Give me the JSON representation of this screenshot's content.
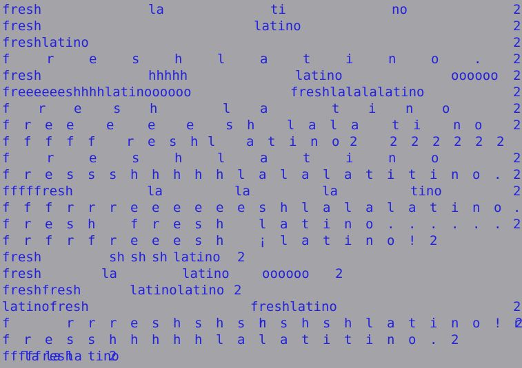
{
  "colors": {
    "background": "#a4a3a8",
    "text": "#2222dd"
  },
  "lines": [
    {
      "tokens": [
        [
          "fresh"
        ],
        [
          "la"
        ],
        [
          "ti"
        ],
        [
          "no"
        ],
        [
          "2"
        ]
      ]
    },
    {
      "tokens": [
        [
          "fresh"
        ],
        [
          "latino"
        ],
        [
          "2"
        ]
      ]
    },
    {
      "tokens": [
        [
          "freshlatino"
        ],
        [
          "2"
        ]
      ]
    },
    {
      "tokens": [
        [
          "f"
        ],
        [
          "r"
        ],
        [
          "e"
        ],
        [
          "s"
        ],
        [
          "h"
        ],
        [
          "l"
        ],
        [
          "a"
        ],
        [
          "t"
        ],
        [
          "i"
        ],
        [
          "n"
        ],
        [
          "o"
        ],
        [
          "."
        ],
        [
          "2"
        ]
      ]
    },
    {
      "tokens": [
        [
          "fresh"
        ],
        [
          "hhhhh"
        ],
        [
          "latino"
        ],
        [
          "oooooo"
        ],
        [
          "2"
        ]
      ]
    },
    {
      "tokens": [
        [
          "freeeeeeshhhhlatinoooooo"
        ],
        [
          "freshlalalalatino"
        ],
        [
          "2"
        ]
      ]
    },
    {
      "tokens": [
        [
          "f"
        ],
        [
          "r"
        ],
        [
          "e"
        ],
        [
          "s"
        ],
        [
          "h"
        ],
        [
          "l"
        ],
        [
          "a"
        ],
        [
          "t"
        ],
        [
          "i"
        ],
        [
          "n"
        ],
        [
          "o"
        ],
        [
          "2"
        ]
      ]
    },
    {
      "tokens": [
        [
          "f"
        ],
        [
          "r"
        ],
        [
          "e"
        ],
        [
          "e"
        ],
        [
          "e"
        ],
        [
          "e"
        ],
        [
          "e"
        ],
        [
          "s"
        ],
        [
          "h"
        ],
        [
          "l"
        ],
        [
          "a"
        ],
        [
          "l"
        ],
        [
          "a"
        ],
        [
          "t"
        ],
        [
          "i"
        ],
        [
          "n"
        ],
        [
          "o"
        ],
        [
          "2"
        ]
      ]
    },
    {
      "tokens": [
        [
          "f"
        ],
        [
          "f"
        ],
        [
          "f"
        ],
        [
          "f"
        ],
        [
          "f"
        ],
        [
          "r"
        ],
        [
          "e"
        ],
        [
          "s"
        ],
        [
          "h"
        ],
        [
          "l"
        ],
        [
          "a"
        ],
        [
          "t"
        ],
        [
          "i"
        ],
        [
          "n"
        ],
        [
          "o"
        ],
        [
          "2"
        ],
        [
          "2"
        ],
        [
          "2"
        ],
        [
          "2"
        ],
        [
          "2"
        ],
        [
          "2"
        ],
        [
          "2"
        ]
      ]
    },
    {
      "tokens": [
        [
          "f"
        ],
        [
          "r"
        ],
        [
          "e"
        ],
        [
          "s"
        ],
        [
          "h"
        ],
        [
          "l"
        ],
        [
          "a"
        ],
        [
          "t"
        ],
        [
          "i"
        ],
        [
          "n"
        ],
        [
          "o"
        ],
        [
          "2"
        ]
      ]
    },
    {
      "tokens": [
        [
          "f"
        ],
        [
          "r"
        ],
        [
          "e"
        ],
        [
          "s"
        ],
        [
          "s"
        ],
        [
          "s"
        ],
        [
          "h"
        ],
        [
          "h"
        ],
        [
          "h"
        ],
        [
          "h"
        ],
        [
          "h"
        ],
        [
          "l"
        ],
        [
          "a"
        ],
        [
          "l"
        ],
        [
          "a"
        ],
        [
          "l"
        ],
        [
          "a"
        ],
        [
          "t"
        ],
        [
          "i"
        ],
        [
          "t"
        ],
        [
          "i"
        ],
        [
          "n"
        ],
        [
          "o"
        ],
        [
          "."
        ],
        [
          "2"
        ]
      ]
    },
    {
      "tokens": [
        [
          "fffffresh"
        ],
        [
          "la"
        ],
        [
          "la"
        ],
        [
          "la"
        ],
        [
          "tino"
        ],
        [
          "2"
        ]
      ]
    },
    {
      "tokens": [
        [
          "f"
        ],
        [
          "f"
        ],
        [
          "f"
        ],
        [
          "r"
        ],
        [
          "r"
        ],
        [
          "r"
        ],
        [
          "e"
        ],
        [
          "e"
        ],
        [
          "e"
        ],
        [
          "e"
        ],
        [
          "e"
        ],
        [
          "e"
        ],
        [
          "s"
        ],
        [
          "h"
        ],
        [
          "l"
        ],
        [
          "a"
        ],
        [
          "l"
        ],
        [
          "a"
        ],
        [
          "l"
        ],
        [
          "a"
        ],
        [
          "t"
        ],
        [
          "i"
        ],
        [
          "n"
        ],
        [
          "o"
        ],
        [
          "."
        ],
        [
          "2"
        ]
      ]
    },
    {
      "tokens": [
        [
          "f"
        ],
        [
          "r"
        ],
        [
          "e"
        ],
        [
          "s"
        ],
        [
          "h"
        ],
        [
          "f"
        ],
        [
          "r"
        ],
        [
          "e"
        ],
        [
          "s"
        ],
        [
          "h"
        ],
        [
          "l"
        ],
        [
          "a"
        ],
        [
          "t"
        ],
        [
          "i"
        ],
        [
          "n"
        ],
        [
          "o"
        ],
        [
          "."
        ],
        [
          "."
        ],
        [
          "."
        ],
        [
          "."
        ],
        [
          "."
        ],
        [
          "."
        ],
        [
          "2"
        ]
      ]
    },
    {
      "tokens": [
        [
          "f"
        ],
        [
          "r"
        ],
        [
          "f"
        ],
        [
          "r"
        ],
        [
          "f"
        ],
        [
          "r"
        ],
        [
          "e"
        ],
        [
          "e"
        ],
        [
          "e"
        ],
        [
          "s"
        ],
        [
          "h"
        ],
        [
          "¡"
        ],
        [
          "l"
        ],
        [
          "a"
        ],
        [
          "t"
        ],
        [
          "i"
        ],
        [
          "n"
        ],
        [
          "o"
        ],
        [
          "!"
        ],
        [
          "2"
        ]
      ]
    },
    {
      "tokens": [
        [
          "fresh"
        ],
        [
          "sh"
        ],
        [
          "sh"
        ],
        [
          "sh"
        ],
        [
          "latino"
        ],
        [
          "."
        ],
        [
          "2"
        ]
      ]
    },
    {
      "tokens": [
        [
          "fresh"
        ],
        [
          "la"
        ],
        [
          "latino"
        ],
        [
          "oooooo"
        ],
        [
          "2"
        ]
      ]
    },
    {
      "tokens": [
        [
          "freshfresh"
        ],
        [
          "latinolatino"
        ],
        [
          "2"
        ]
      ]
    },
    {
      "tokens": [
        [
          "latinofresh"
        ],
        [
          "freshlatino"
        ],
        [
          "2"
        ]
      ]
    },
    {
      "tokens": [
        [
          "f"
        ],
        [
          "r"
        ],
        [
          "r"
        ],
        [
          "r"
        ],
        [
          "r"
        ],
        [
          "r"
        ],
        [
          "e"
        ],
        [
          "s"
        ],
        [
          "h"
        ],
        [
          "s"
        ],
        [
          "h"
        ],
        [
          "s"
        ],
        [
          "h"
        ],
        [
          "s"
        ],
        [
          "h"
        ],
        [
          "s"
        ],
        [
          "h"
        ],
        [
          "l"
        ],
        [
          "a"
        ],
        [
          "t"
        ],
        [
          "i"
        ],
        [
          "n"
        ],
        [
          "o"
        ],
        [
          "!"
        ],
        [
          "2"
        ]
      ]
    },
    {
      "tokens": [
        [
          "f"
        ],
        [
          "r"
        ],
        [
          "e"
        ],
        [
          "s"
        ],
        [
          "s"
        ],
        [
          "h"
        ],
        [
          "h"
        ],
        [
          "h"
        ],
        [
          "h"
        ],
        [
          "h"
        ],
        [
          "l"
        ],
        [
          "a"
        ],
        [
          "l"
        ],
        [
          "a"
        ],
        [
          "t"
        ],
        [
          "i"
        ],
        [
          "t"
        ],
        [
          "i"
        ],
        [
          "n"
        ],
        [
          "o"
        ],
        [
          "."
        ],
        [
          "2"
        ]
      ]
    },
    {
      "tokens": [
        [
          "fffffresh"
        ],
        [
          "la"
        ],
        [
          "la"
        ],
        [
          "la"
        ],
        [
          "tino"
        ],
        [
          "2"
        ]
      ]
    }
  ]
}
